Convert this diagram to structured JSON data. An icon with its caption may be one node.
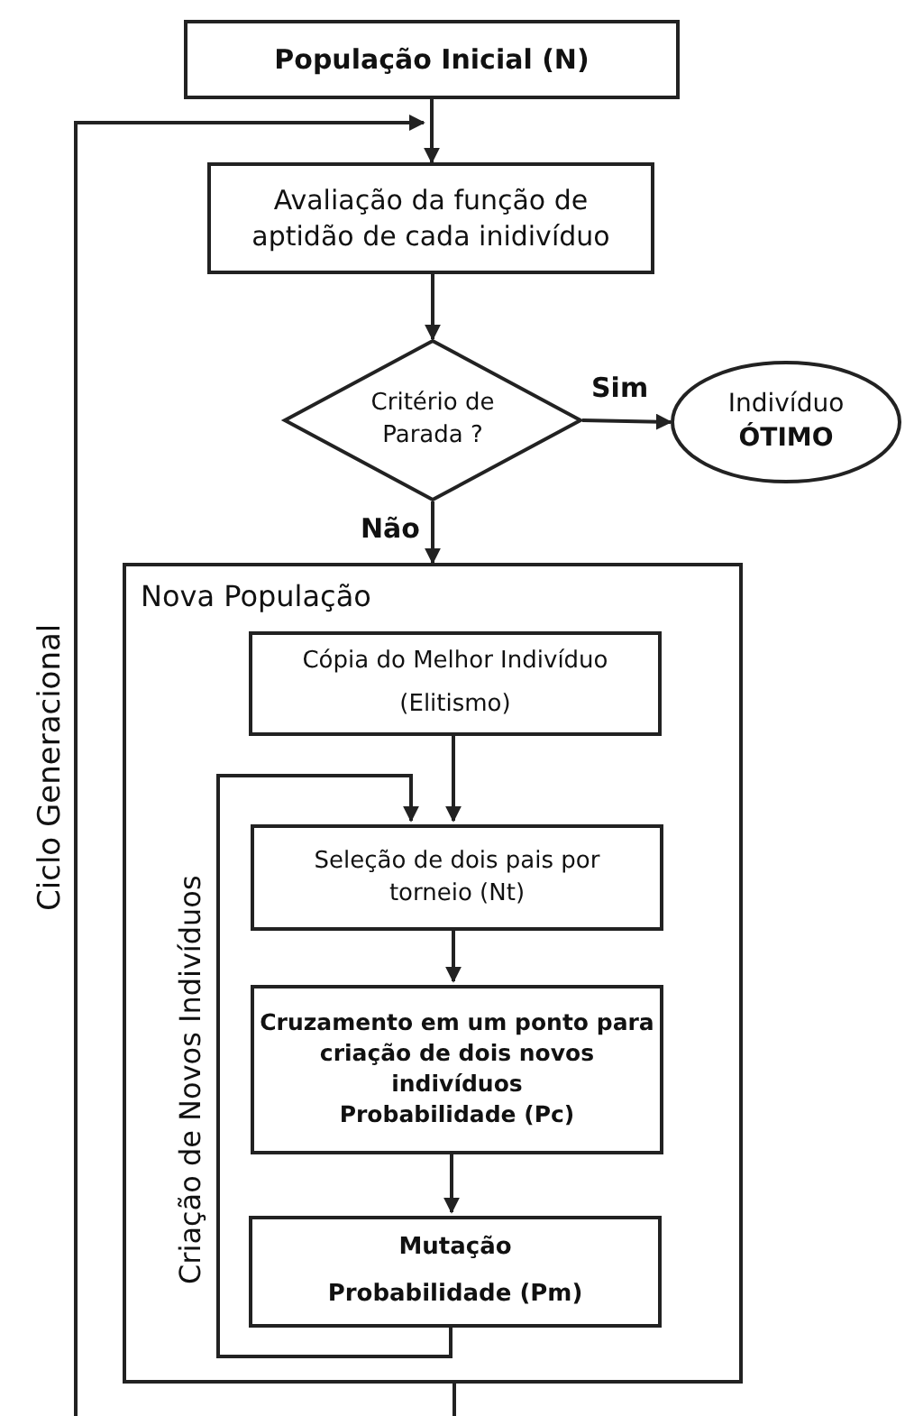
{
  "diagram": {
    "nodes": [
      {
        "text": [
          "População Inicial (N)"
        ]
      },
      {
        "text": [
          "Avaliação da função de aptidão de cada inidivíduo"
        ]
      },
      {
        "text": [
          "Critério de Parada ?"
        ]
      },
      {
        "text": [
          "Indivíduo **ÓTIMO**"
        ]
      },
      {
        "text": [
          "Nova População"
        ]
      },
      {
        "text": [
          "Cópia do Melhor Indivíduo",
          "(Elitismo)"
        ],
        "in": 4
      },
      {
        "text": [
          "Seleção de dois pais por torneio (Nt)"
        ],
        "in": 4
      },
      {
        "text": [
          "Cruzamento em um ponto para criação de dois novos indivíduos",
          "Probabilidade (Pc)"
        ],
        "in": 4
      },
      {
        "text": [
          "Mutação",
          "Probabilidade (Pm)"
        ],
        "in": 4
      }
    ],
    "edges": [
      {
        "from": 0,
        "to": 1,
        "arrow": "to"
      },
      {
        "from": 1,
        "to": 2,
        "arrow": "to"
      },
      {
        "from": 2,
        "to": 3,
        "arrow": "to",
        "label": "Sim"
      },
      {
        "from": 2,
        "to": 4,
        "arrow": "to",
        "label": "Não"
      },
      {
        "from": 5,
        "to": 6,
        "arrow": "to"
      },
      {
        "from": 6,
        "to": 7,
        "arrow": "to"
      },
      {
        "from": 7,
        "to": 8,
        "arrow": "to"
      },
      {
        "from": 8,
        "to": 6,
        "arrow": "to"
      },
      {
        "from": 4,
        "to": 1,
        "arrow": "to"
      }
    ],
    "labels": [
      "Ciclo Generacional",
      "Criação de Novos Indivíduos"
    ]
  }
}
